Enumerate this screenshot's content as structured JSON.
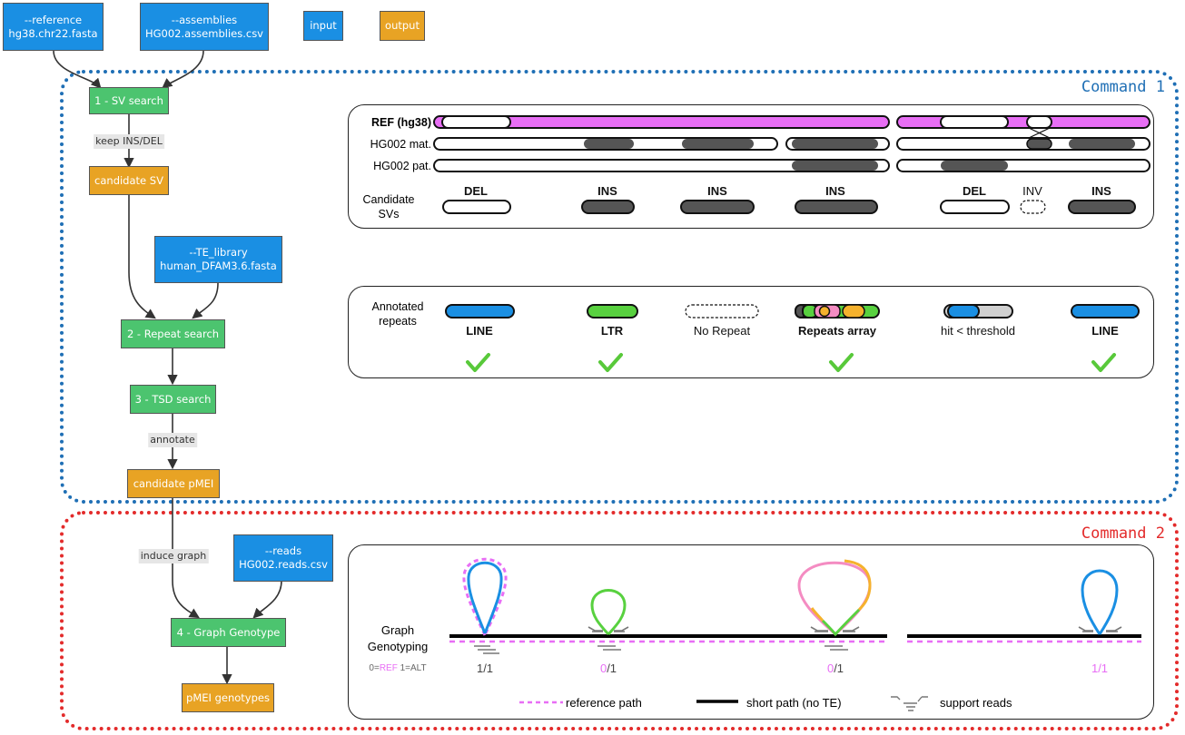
{
  "legend": {
    "input_label": "input",
    "output_label": "output",
    "colors": {
      "input": "#1a8fe3",
      "output": "#e8a324",
      "step": "#4cc46f"
    }
  },
  "pipeline": {
    "inputs": {
      "reference": "--reference\nhg38.chr22.fasta",
      "assemblies": "--assemblies\nHG002.assemblies.csv",
      "te_library": "--TE_library\nhuman_DFAM3.6.fasta",
      "reads": "--reads\nHG002.reads.csv"
    },
    "steps": {
      "sv_search": "1 - SV search",
      "repeat_search": "2 - Repeat search",
      "tsd_search": "3 - TSD search",
      "graph_genotype": "4 - Graph Genotype"
    },
    "outputs": {
      "candidate_sv": "candidate SV",
      "candidate_pmei": "candidate pMEI",
      "pmei_genotypes": "pMEI genotypes"
    },
    "edge_labels": {
      "keep": "keep INS/DEL",
      "annotate": "annotate",
      "induce": "induce graph"
    }
  },
  "commands": {
    "command1": {
      "title": "Command 1",
      "color": "#1f6fb5"
    },
    "command2": {
      "title": "Command 2",
      "color": "#e32b2b"
    }
  },
  "sv_panel": {
    "tracks": [
      "REF (hg38)",
      "HG002 mat.",
      "HG002 pat."
    ],
    "candidates_label": "Candidate\nSVs",
    "candidates": [
      "DEL",
      "INS",
      "INS",
      "INS",
      "DEL",
      "INV",
      "INS"
    ],
    "colors": {
      "ref": "#e86ef5",
      "sv": "#555555"
    }
  },
  "repeat_panel": {
    "label": "Annotated\nrepeats",
    "items": [
      {
        "name": "LINE",
        "kind": "LINE",
        "pass": true
      },
      {
        "name": "LTR",
        "kind": "LTR",
        "pass": true
      },
      {
        "name": "No Repeat",
        "kind": "none",
        "pass": false
      },
      {
        "name": "Repeats array",
        "kind": "array",
        "pass": true
      },
      {
        "name": "hit < threshold",
        "kind": "partial",
        "pass": false
      },
      {
        "name": "LINE",
        "kind": "LINE",
        "pass": true
      }
    ],
    "colors": {
      "LINE": "#1a8fe3",
      "LTR": "#58d13f",
      "pink": "#f48cc2",
      "orange": "#f5b22d",
      "check": "#58c93a"
    }
  },
  "genotype_panel": {
    "label": "Graph\nGenotyping",
    "key_prefix": "0=",
    "key_ref": "REF",
    "key_alt": " 1=ALT",
    "genotypes": [
      {
        "first": "1",
        "rest": "/1",
        "first_ref": false,
        "all_pink": false
      },
      {
        "first": "0",
        "rest": "/1",
        "first_ref": true,
        "all_pink": false
      },
      {
        "first": "0",
        "rest": "/1",
        "first_ref": true,
        "all_pink": false
      },
      {
        "first": "1",
        "rest": "/1",
        "first_ref": false,
        "all_pink": true
      }
    ],
    "legend": {
      "reference_path": "reference path",
      "short_path": "short path (no TE)",
      "support_reads": "support reads"
    }
  }
}
